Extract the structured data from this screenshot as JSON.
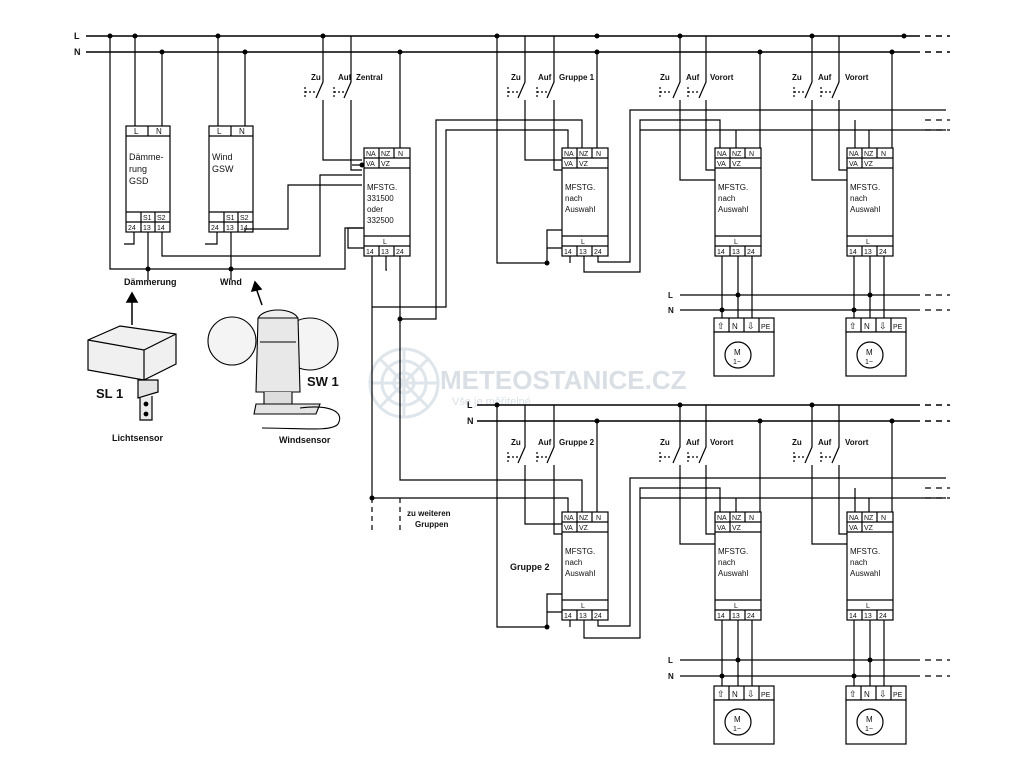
{
  "labels": {
    "L": "L",
    "N": "N",
    "zu": "Zu",
    "auf": "Auf",
    "zentral": "Zentral",
    "gruppe1": "Gruppe 1",
    "gruppe2": "Gruppe 2",
    "vorort": "Vorort",
    "daemmerung": "Dämmerung",
    "wind": "Wind",
    "sl1": "SL 1",
    "sw1": "SW 1",
    "lichtsensor": "Lichtsensor",
    "windsensor": "Windsensor",
    "zu_weiteren_line1": "zu weiteren",
    "zu_weiteren_line2": "Gruppen",
    "gruppe2_side": "Gruppe 2"
  },
  "devices": {
    "gsd": {
      "line1": "Dämme-",
      "line2": "rung",
      "line3": "GSD",
      "top_l": "L",
      "top_n": "N",
      "s1": "S1",
      "s2": "S2",
      "t24": "24",
      "t13": "13",
      "t14": "14"
    },
    "gsw": {
      "line1": "Wind",
      "line2": "GSW",
      "top_l": "L",
      "top_n": "N",
      "s1": "S1",
      "s2": "S2",
      "t24": "24",
      "t13": "13",
      "t14": "14"
    },
    "central": {
      "line1": "MFSTG.",
      "line2": "331500",
      "line3": "oder",
      "line4": "332500"
    },
    "local": {
      "line1": "MFSTG.",
      "line2": "nach",
      "line3": "Auswahl"
    },
    "terminals": {
      "na": "NA",
      "nz": "NZ",
      "n": "N",
      "va": "VA",
      "vz": "VZ",
      "l": "L",
      "t14": "14",
      "t13": "13",
      "t24": "24"
    },
    "motor": {
      "up": "⇧",
      "n": "N",
      "down": "⇩",
      "pe": "PE",
      "m": "M",
      "phase": "1~"
    }
  },
  "watermark": {
    "title": "METEOSTANICE.CZ",
    "subtitle": "Vše je měřitelné"
  }
}
